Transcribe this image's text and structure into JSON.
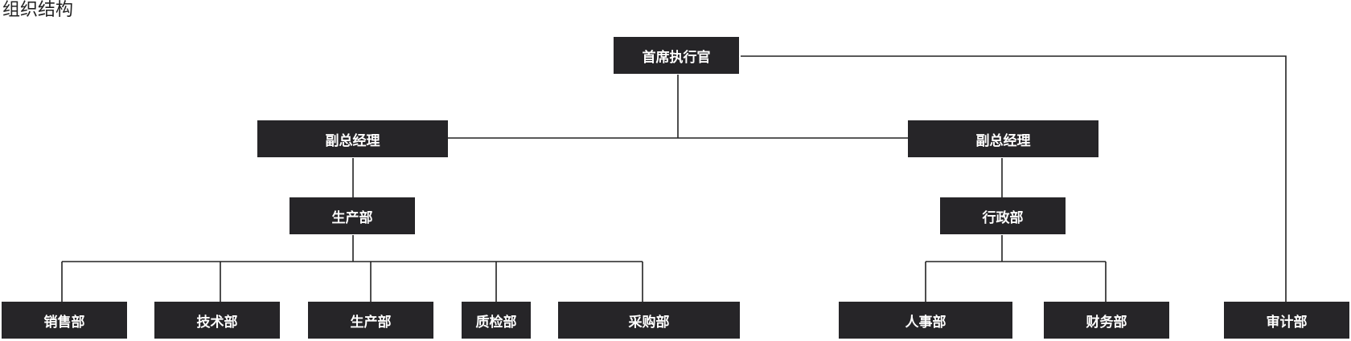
{
  "title": "组织结构",
  "colors": {
    "box_background": "#262528",
    "box_text": "#ffffff",
    "connector": "#222222",
    "title_text": "#222222"
  },
  "nodes": {
    "ceo": "首席执行官",
    "vp_left": "副总经理",
    "vp_right": "副总经理",
    "production_dept": "生产部",
    "admin_dept": "行政部",
    "sales_dept": "销售部",
    "tech_dept": "技术部",
    "production_sub": "生产部",
    "qc_dept": "质检部",
    "purchasing_dept": "采购部",
    "hr_dept": "人事部",
    "finance_dept": "财务部",
    "audit_dept": "审计部"
  }
}
